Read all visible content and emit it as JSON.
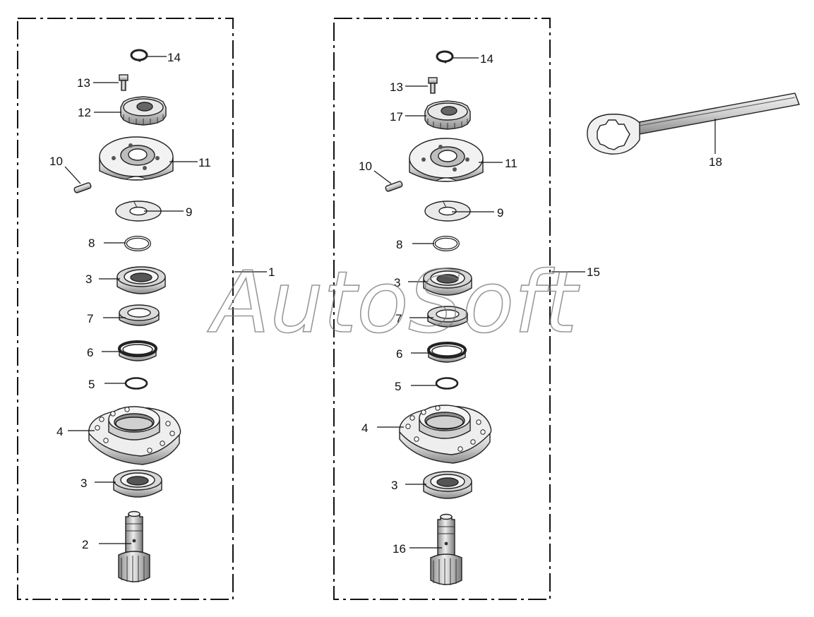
{
  "watermark": "AutoSoft",
  "groups": [
    {
      "callout": "1",
      "labels": {
        "p14": "14",
        "p13": "13",
        "p12": "12",
        "p10": "10",
        "p11": "11",
        "p9": "9",
        "p8": "8",
        "p3a": "3",
        "p7": "7",
        "p6": "6",
        "p5": "5",
        "p4": "4",
        "p3b": "3",
        "p2": "2"
      }
    },
    {
      "callout": "15",
      "labels": {
        "p14": "14",
        "p13": "13",
        "p12": "17",
        "p10": "10",
        "p11": "11",
        "p9": "9",
        "p8": "8",
        "p3a": "3",
        "p7": "7",
        "p6": "6",
        "p5": "5",
        "p4": "4",
        "p3b": "3",
        "p2": "16"
      }
    }
  ],
  "tool": {
    "label": "18"
  }
}
